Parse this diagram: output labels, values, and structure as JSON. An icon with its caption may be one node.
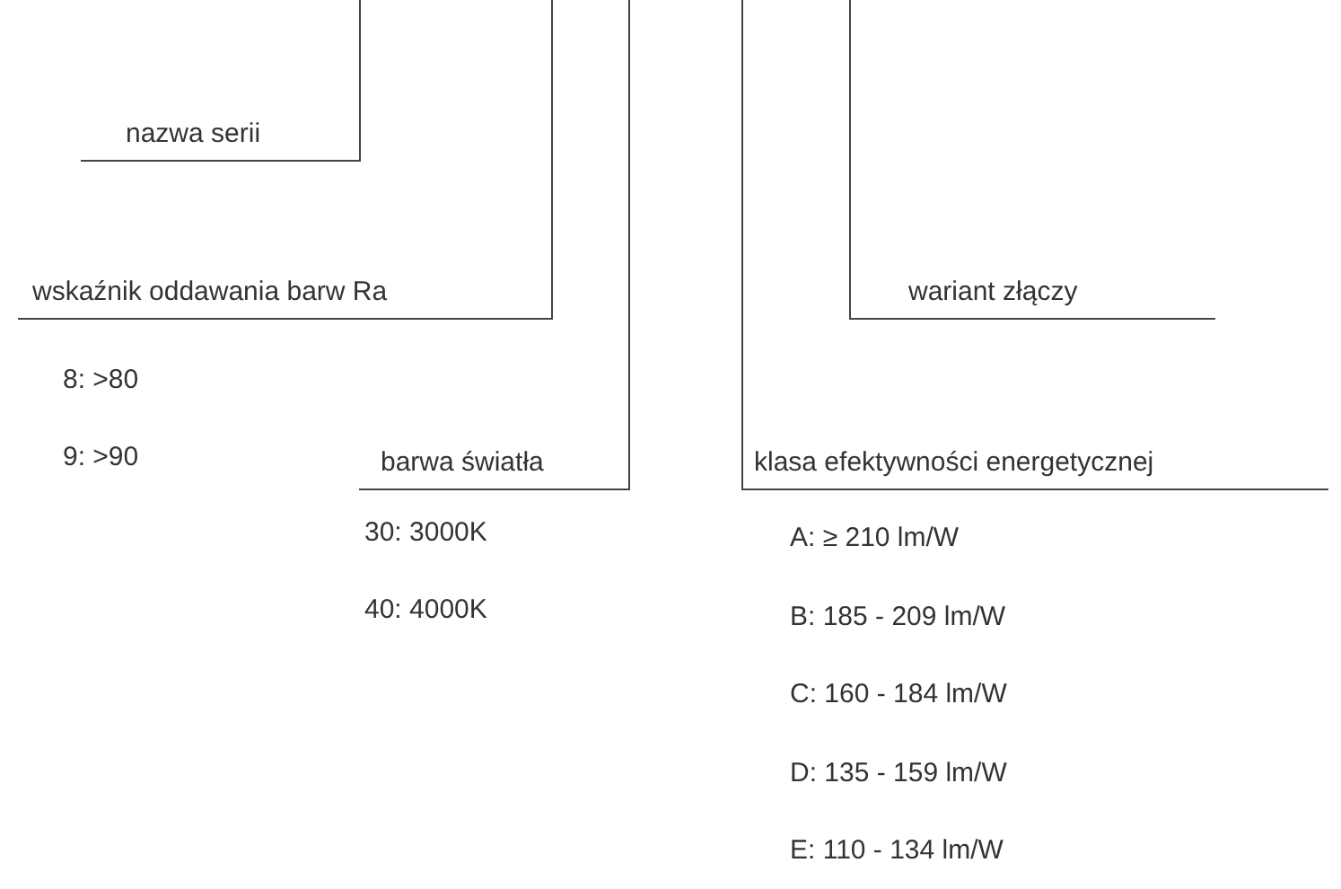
{
  "diagram": {
    "nodes": [
      {
        "text": [
          "nazwa serii"
        ]
      },
      {
        "text": [
          "wskaźnik oddawania barw Ra"
        ],
        "beside": [
          "8:  >80",
          "9:  >90"
        ]
      },
      {
        "text": [
          "wariant złączy"
        ]
      },
      {
        "text": [
          "barwa światła"
        ],
        "beside": [
          "30: 3000K",
          "40: 4000K"
        ]
      },
      {
        "text": [
          "klasa efektywności energetycznej"
        ],
        "beside": [
          "A: ≥ 210 lm/W",
          "B: 185 - 209 lm/W",
          "C: 160 - 184 lm/W",
          "D: 135 - 159 lm/W",
          "E: 110 - 134 lm/W"
        ]
      }
    ],
    "edges": [
      {
        "from": null,
        "to": 0,
        "arrow": "none"
      },
      {
        "from": null,
        "to": 1,
        "arrow": "none"
      },
      {
        "from": null,
        "to": 2,
        "arrow": "none"
      },
      {
        "from": null,
        "to": 3,
        "arrow": "none"
      },
      {
        "from": null,
        "to": 4,
        "arrow": "none"
      }
    ]
  }
}
